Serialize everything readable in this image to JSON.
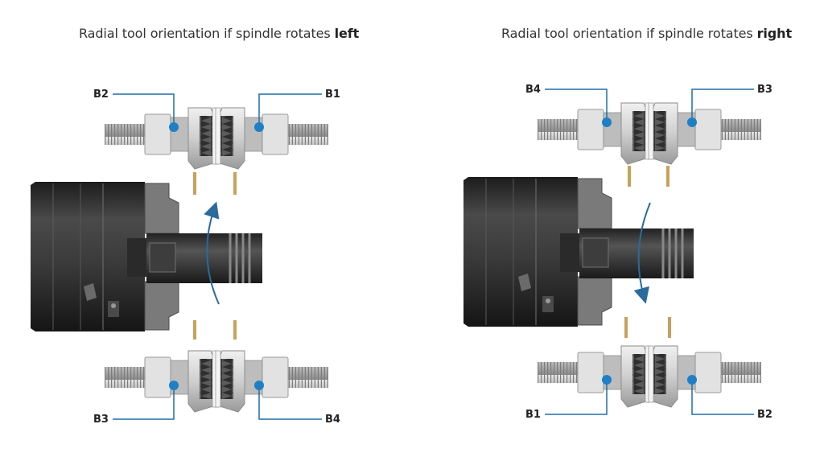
{
  "left": {
    "title_prefix": "Radial tool orientation if spindle rotates",
    "title_direction": "left",
    "labels": {
      "b2": "B2",
      "b1": "B1",
      "b3": "B3",
      "b4": "B4"
    }
  },
  "right": {
    "title_prefix": "Radial tool orientation if spindle rotates",
    "title_direction": "right",
    "labels": {
      "b4": "B4",
      "b3": "B3",
      "b1": "B1",
      "b2": "B2"
    }
  },
  "colors": {
    "callout": "#1f6fa8",
    "dot": "#1f7fc4",
    "chuck_dark": "#2e2e2e",
    "tool_body": "#d4d4d4",
    "arrow": "#2a6b9c"
  }
}
